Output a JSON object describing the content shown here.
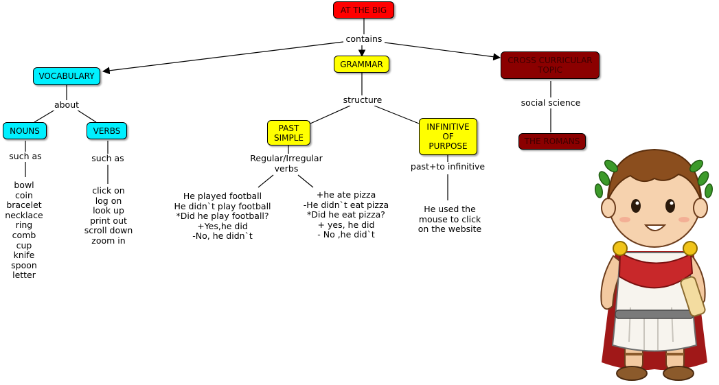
{
  "colors": {
    "root": "#ff0000",
    "vocab": "#00f0ff",
    "grammar": "#ffff00",
    "topic": "#8b0000",
    "topic_text": "#3a0000",
    "line": "#000000"
  },
  "nodes": {
    "root": "AT THE BIG",
    "vocabulary": "VOCABULARY",
    "grammar": "GRAMMAR",
    "cross_curricular": "CROSS CURRICULAR\nTOPIC",
    "nouns": "NOUNS",
    "verbs": "VERBS",
    "past_simple": "PAST\nSIMPLE",
    "infinitive": "INFINITIVE\nOF\nPURPOSE",
    "romans": "THE ROMANS"
  },
  "links": {
    "contains": "contains",
    "about": "about",
    "structure": "structure",
    "social_science": "social science",
    "nouns_such_as": "such as",
    "verbs_such_as": "such as",
    "regular_irregular": "Regular/Irregular\nverbs",
    "past_to_infinitive": "past+to infinitive"
  },
  "leaves": {
    "nouns_list": "bowl\ncoin\nbracelet\nnecklace\nring\ncomb\ncup\nknife\nspoon\nletter",
    "verbs_list": "click on\nlog on\nlook up\nprint out\nscroll down\nzoom in",
    "played_football": "He played football\nHe didn`t play football\n*Did he play football?\n+Yes,he did\n-No, he didn`t",
    "ate_pizza": "+he ate pizza\n-He didn`t eat pizza\n*Did he eat pizza?\n+ yes, he did\n- No ,he did`t",
    "mouse_example": "He used the\nmouse to click\non  the website"
  },
  "illustration": "roman-emperor-cartoon"
}
